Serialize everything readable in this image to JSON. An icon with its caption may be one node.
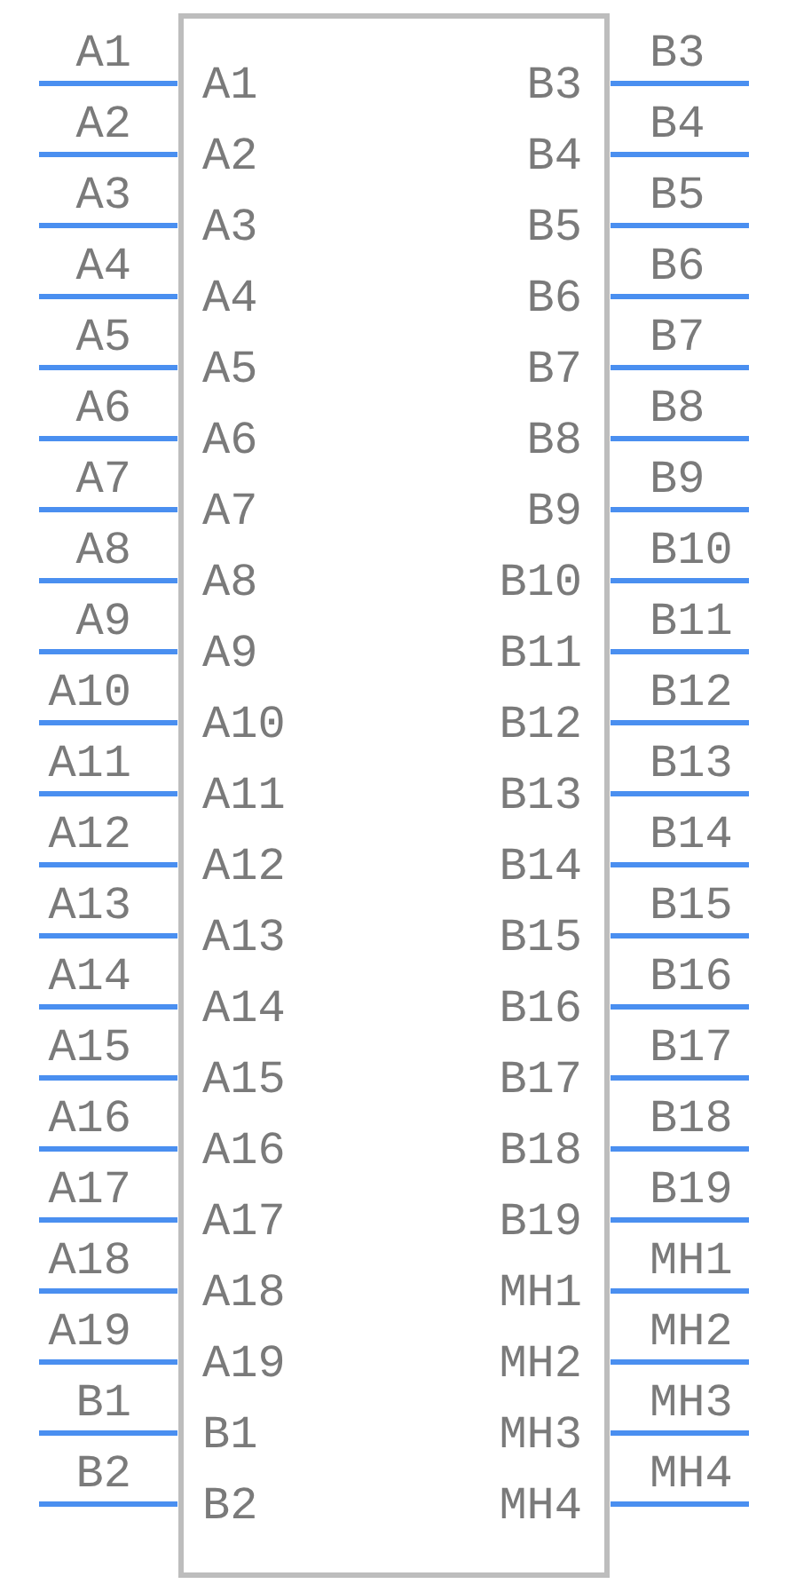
{
  "diagram": {
    "labels": [
      "A1",
      "A1",
      "B3",
      "B3",
      "A2",
      "A2",
      "B4",
      "B4",
      "A3",
      "A3",
      "B5",
      "B5",
      "A4",
      "A4",
      "B6",
      "B6",
      "A5",
      "A5",
      "B7",
      "B7",
      "A6",
      "A6",
      "B8",
      "B8",
      "A7",
      "A7",
      "B9",
      "B9",
      "A8",
      "A8",
      "B10",
      "B10",
      "A9",
      "A9",
      "B11",
      "B11",
      "A10",
      "A10",
      "B12",
      "B12",
      "A11",
      "A11",
      "B13",
      "B13",
      "A12",
      "A12",
      "B14",
      "B14",
      "A13",
      "A13",
      "B15",
      "B15",
      "A14",
      "A14",
      "B16",
      "B16",
      "A15",
      "A15",
      "B17",
      "B17",
      "A16",
      "A16",
      "B18",
      "B18",
      "A17",
      "A17",
      "B19",
      "B19",
      "A18",
      "A18",
      "MH1",
      "MH1",
      "A19",
      "A19",
      "MH2",
      "MH2",
      "B1",
      "B1",
      "MH3",
      "MH3",
      "B2",
      "B2",
      "MH4",
      "MH4"
    ]
  }
}
